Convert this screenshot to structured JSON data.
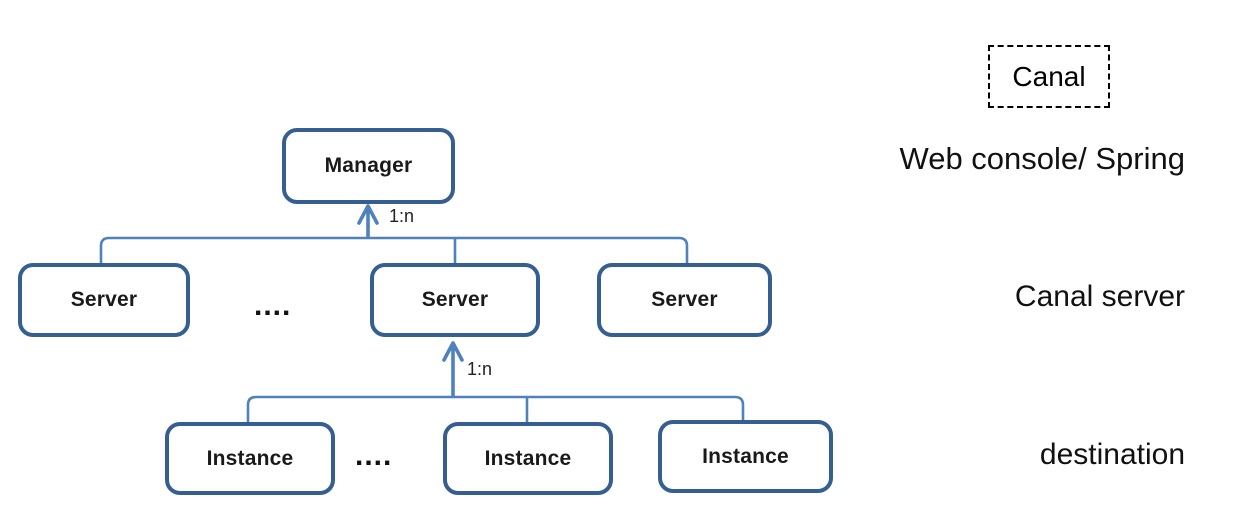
{
  "diagram": {
    "manager": {
      "label": "Manager"
    },
    "servers": [
      {
        "label": "Server"
      },
      {
        "label": "Server"
      },
      {
        "label": "Server"
      }
    ],
    "instances": [
      {
        "label": "Instance"
      },
      {
        "label": "Instance"
      },
      {
        "label": "Instance"
      }
    ],
    "servers_ellipsis": "....",
    "instances_ellipsis": "....",
    "edge_labels": {
      "manager_to_servers": "1:n",
      "server_to_instances": "1:n"
    }
  },
  "legend": {
    "canal_label": "Canal",
    "tiers": [
      "Web console/ Spring",
      "Canal server",
      "destination"
    ]
  },
  "colors": {
    "box_border": "#365F91",
    "connector": "#4F81BD",
    "text": "#1a1a1a",
    "label_text": "#111111"
  }
}
